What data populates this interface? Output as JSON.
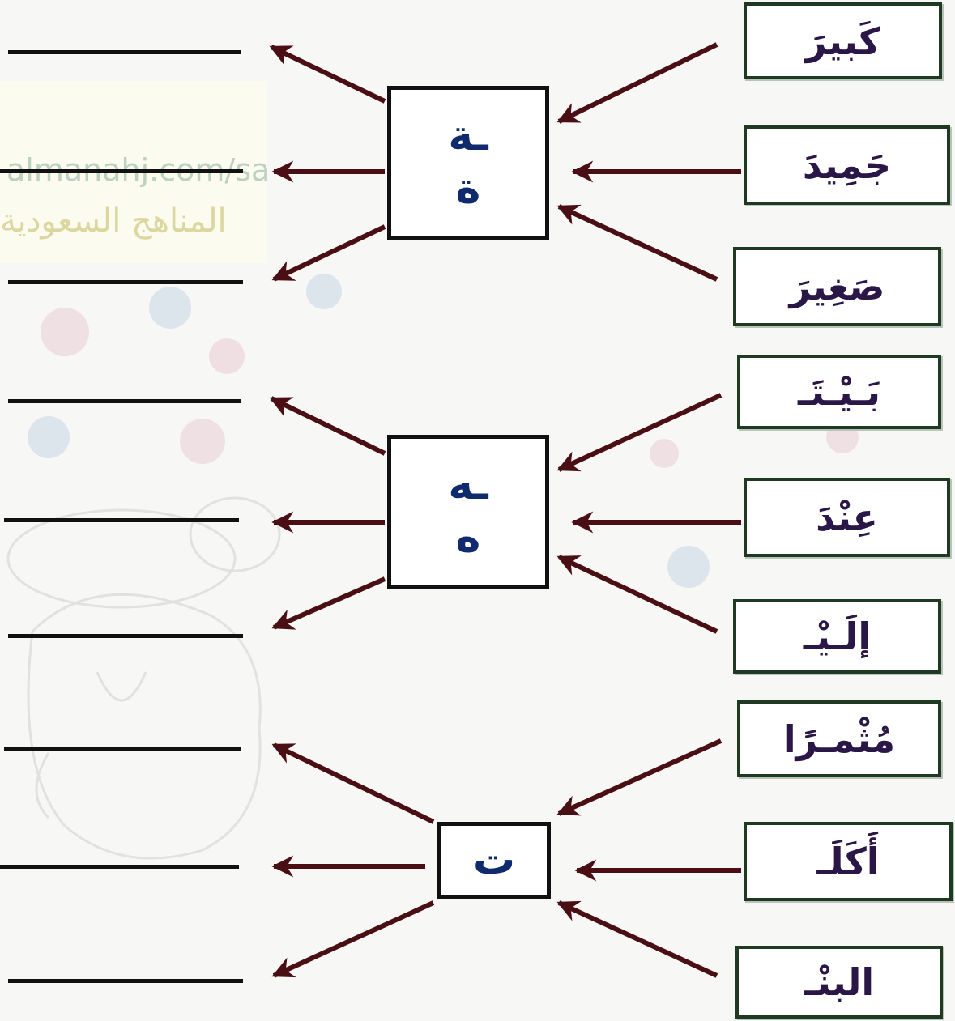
{
  "groups": [
    {
      "letter_forms": [
        "ـة",
        "ة"
      ],
      "words": [
        "كَبيرَ",
        "جَمِيدَ",
        "صَغِيرَ"
      ]
    },
    {
      "letter_forms": [
        "ـه",
        "ه"
      ],
      "words": [
        "بَـيْـتَـ",
        "عِنْدَ",
        "إلَـيْـ"
      ]
    },
    {
      "letter_forms": [
        "ت"
      ],
      "words": [
        "مُثْمـرًا",
        "أَكَلَـ",
        "البنْـ"
      ]
    }
  ],
  "watermark": {
    "url": "almanahj.com/sa",
    "text": "المناهج السعودية"
  },
  "colors": {
    "arrow": "#4a0f14",
    "word_text": "#2a1747",
    "letter_text": "#0f2b6e",
    "word_border": "#1e3b22"
  }
}
